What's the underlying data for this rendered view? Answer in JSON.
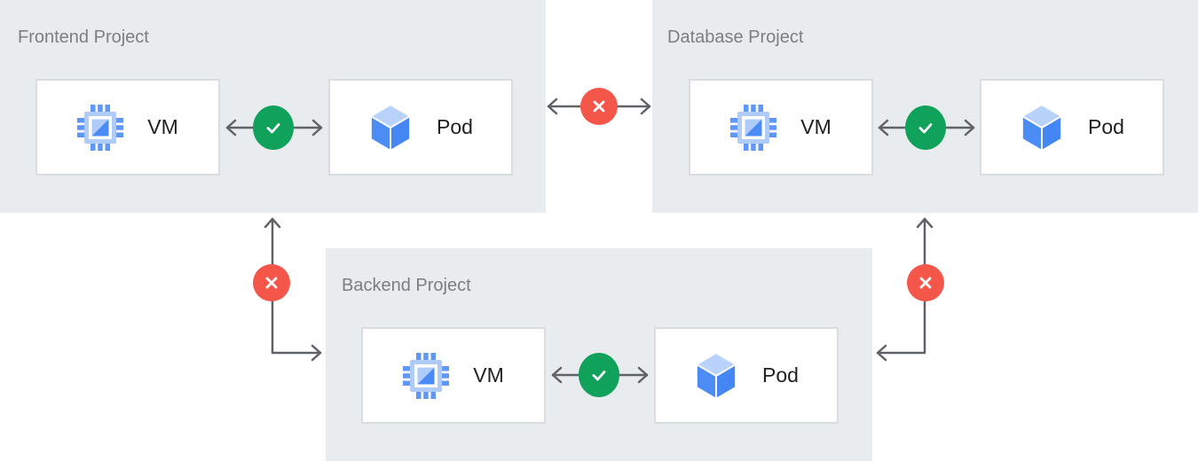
{
  "projects": [
    {
      "title": "Frontend Project",
      "nodes": [
        {
          "label": "VM",
          "icon": "compute-engine-vm-icon"
        },
        {
          "label": "Pod",
          "icon": "pod-cube-icon"
        }
      ],
      "internal_connection": {
        "from": "VM",
        "to": "Pod",
        "status": "allowed",
        "badge_icon": "check-icon"
      }
    },
    {
      "title": "Database Project",
      "nodes": [
        {
          "label": "VM",
          "icon": "compute-engine-vm-icon"
        },
        {
          "label": "Pod",
          "icon": "pod-cube-icon"
        }
      ],
      "internal_connection": {
        "from": "VM",
        "to": "Pod",
        "status": "allowed",
        "badge_icon": "check-icon"
      }
    },
    {
      "title": "Backend Project",
      "nodes": [
        {
          "label": "VM",
          "icon": "compute-engine-vm-icon"
        },
        {
          "label": "Pod",
          "icon": "pod-cube-icon"
        }
      ],
      "internal_connection": {
        "from": "VM",
        "to": "Pod",
        "status": "allowed",
        "badge_icon": "check-icon"
      }
    }
  ],
  "cross_project_connections": [
    {
      "from": "Frontend Project",
      "to": "Database Project",
      "status": "blocked",
      "badge_icon": "x-icon"
    },
    {
      "from": "Frontend Project",
      "to": "Backend Project",
      "status": "blocked",
      "badge_icon": "x-icon"
    },
    {
      "from": "Database Project",
      "to": "Backend Project",
      "status": "blocked",
      "badge_icon": "x-icon"
    }
  ],
  "colors": {
    "allowed_green": "#10a15b",
    "blocked_red": "#f5564a",
    "panel_background": "#e8ecef",
    "node_background": "#ffffff",
    "node_border": "#dadce0",
    "arrow_gray": "#5f6368",
    "project_title_text": "#7b7f83",
    "node_label_text": "#202124",
    "icon_blue": "#4a8bf5",
    "icon_blue_light": "#aecbfa"
  }
}
